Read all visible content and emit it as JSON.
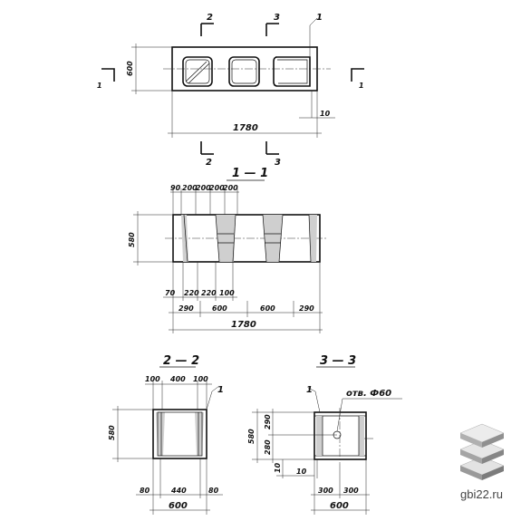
{
  "plan": {
    "cut_1": "1",
    "cut_2": "2",
    "cut_3": "3",
    "leader_1": "1",
    "height": "600",
    "length": "1780",
    "edge": "10"
  },
  "section_1_1": {
    "title": "1 — 1",
    "top_dims": [
      "90",
      "200",
      "200",
      "200",
      "200"
    ],
    "height": "580",
    "bottom_dims_1": [
      "70",
      "220",
      "220",
      "100"
    ],
    "bottom_dims_2": [
      "290",
      "600",
      "600",
      "290"
    ],
    "total": "1780"
  },
  "section_2_2": {
    "title": "2 — 2",
    "top_dims": [
      "100",
      "400",
      "100"
    ],
    "leader": "1",
    "height": "580",
    "bottom_dims": [
      "80",
      "440",
      "80"
    ],
    "total": "600"
  },
  "section_3_3": {
    "title": "3 — 3",
    "leader": "1",
    "hole_note": "отв. Ф60",
    "left_dims": [
      "580",
      "290",
      "280"
    ],
    "edge": "10",
    "bottom_dims": [
      "300",
      "300"
    ],
    "total": "600"
  },
  "watermark": {
    "text": "gbi22.ru"
  }
}
